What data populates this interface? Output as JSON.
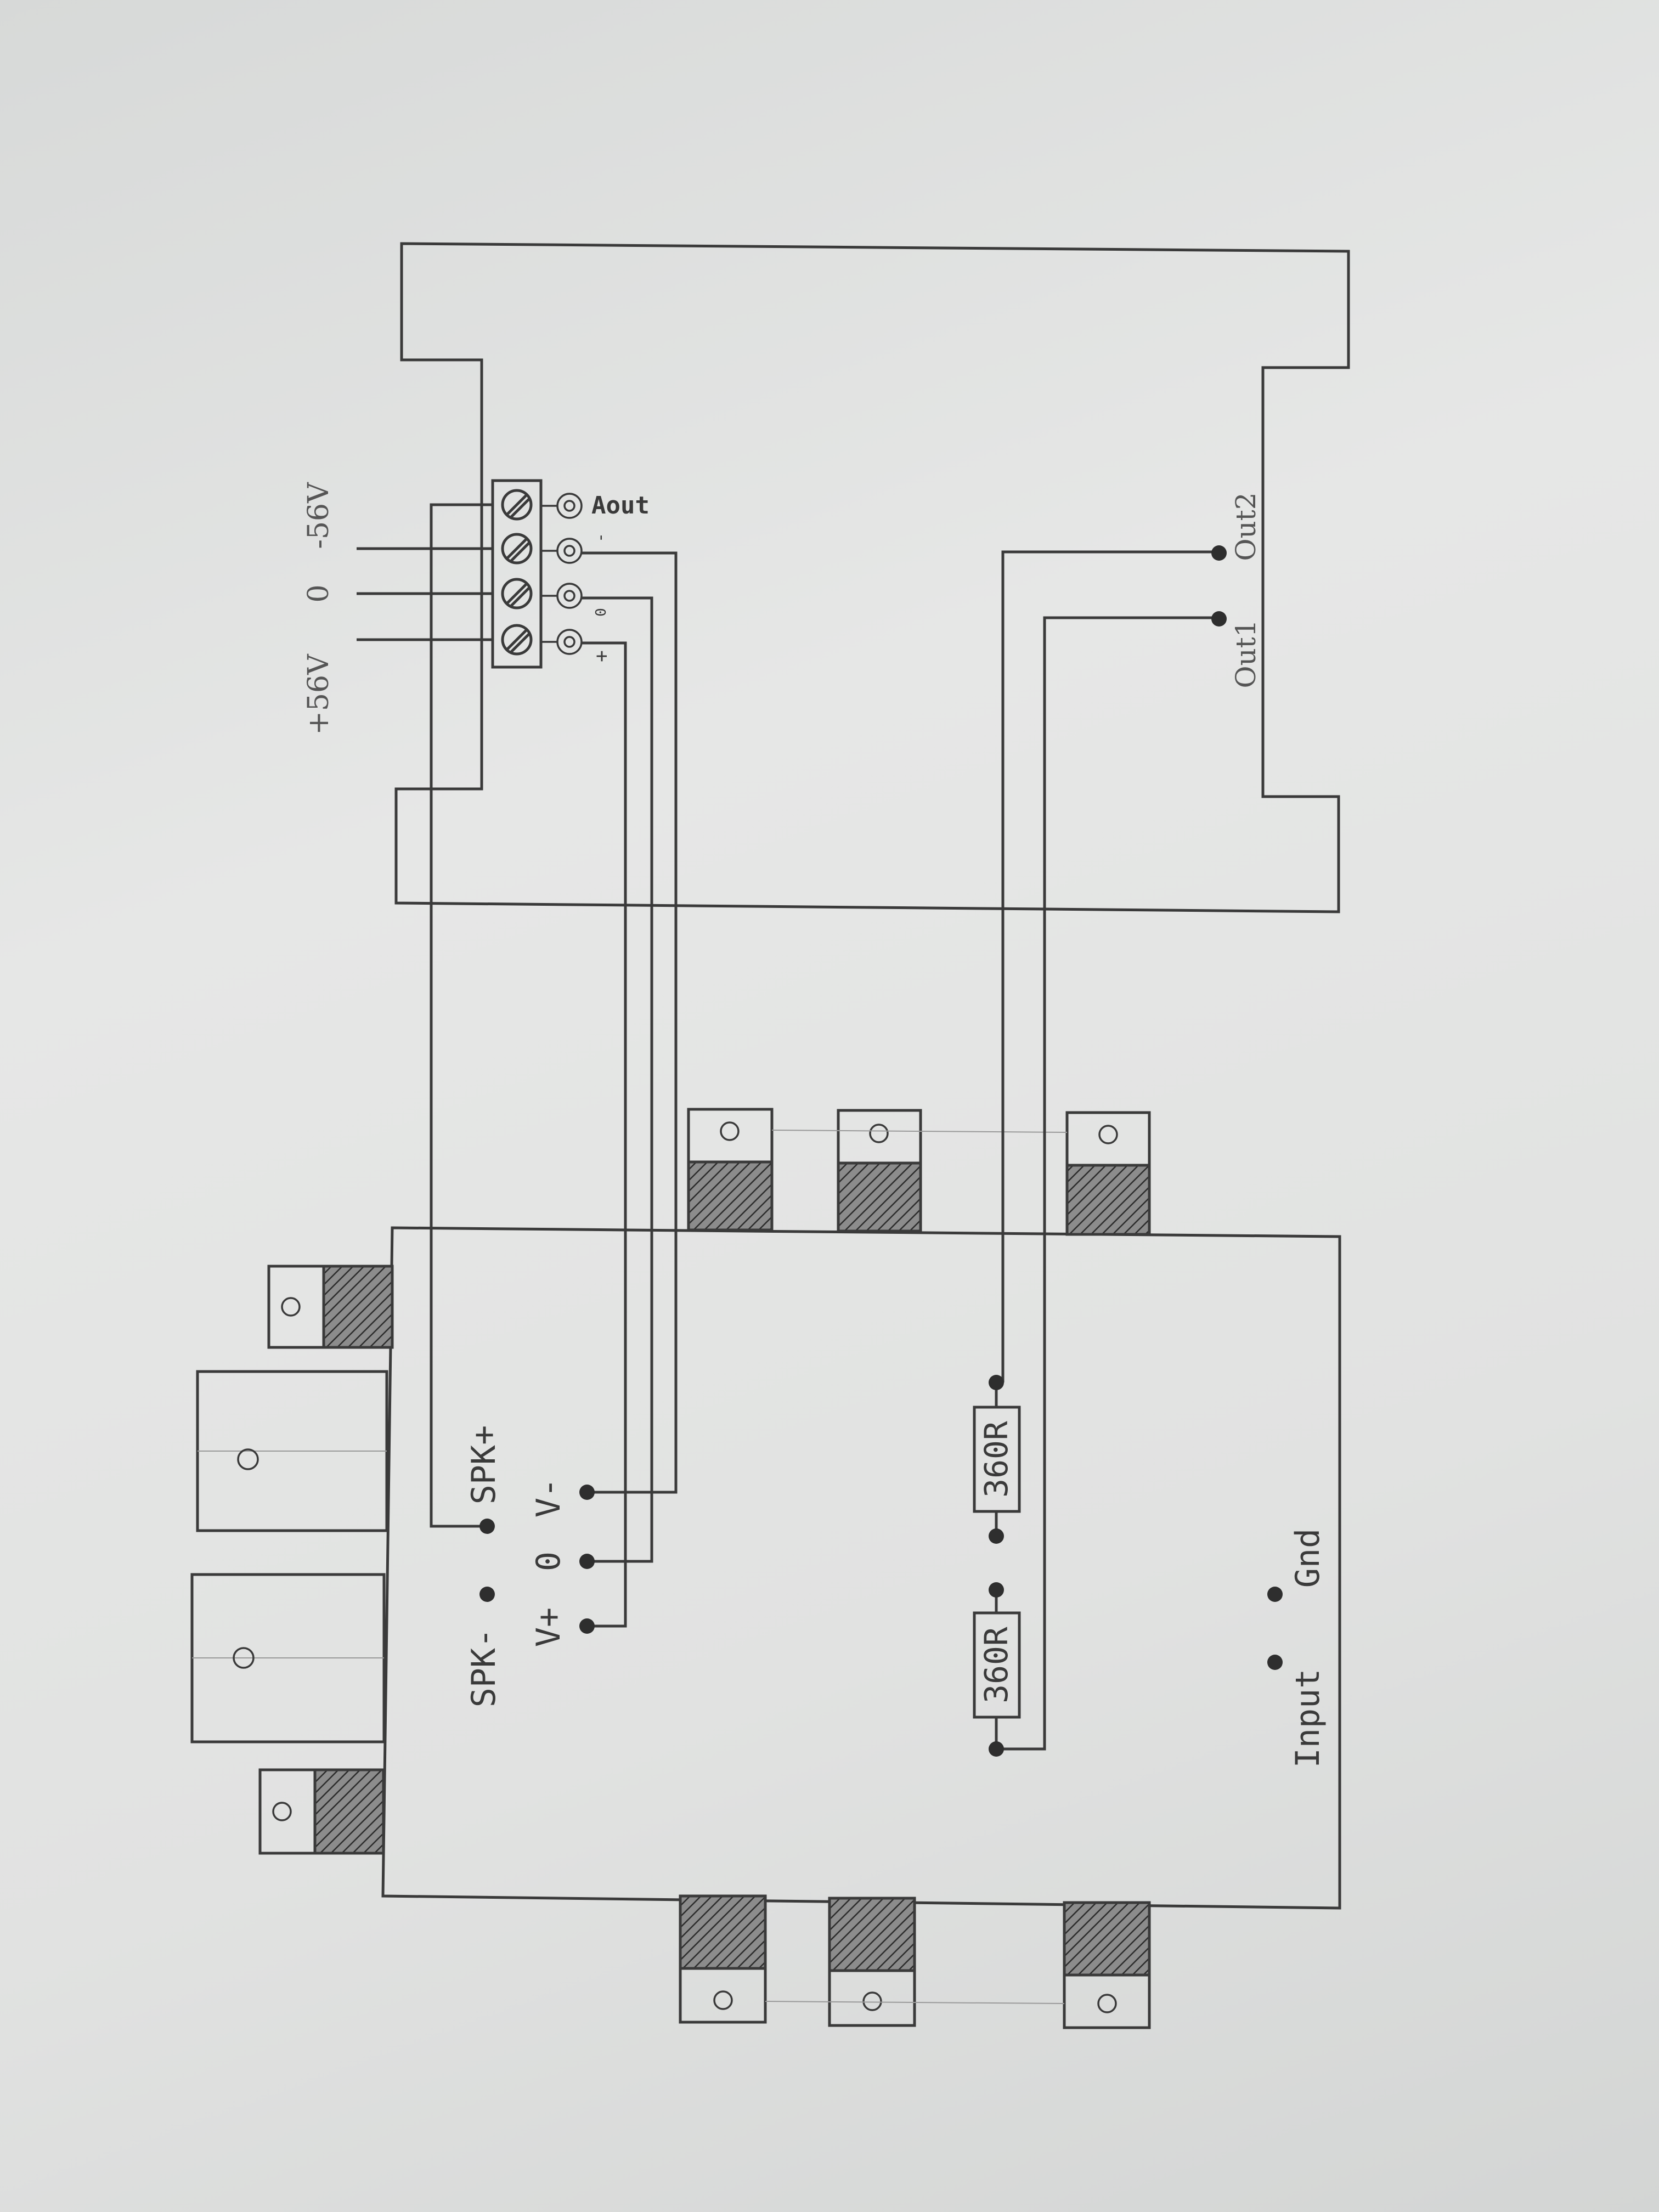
{
  "supply": {
    "plus": "+56V",
    "zero": "0",
    "minus": "-56V"
  },
  "connector": {
    "label": "Aout",
    "pin_plus": "+",
    "pin_zero": "0",
    "pin_minus": "-"
  },
  "board": {
    "spk_minus": "SPK-",
    "spk_plus": "SPK+",
    "v_plus": "V+",
    "v_zero": "0",
    "v_minus": "V-",
    "resistor_left": "360R",
    "resistor_right": "360R",
    "input": "Input",
    "gnd": "Gnd"
  },
  "outputs": {
    "out1": "Out1",
    "out2": "Out2"
  }
}
